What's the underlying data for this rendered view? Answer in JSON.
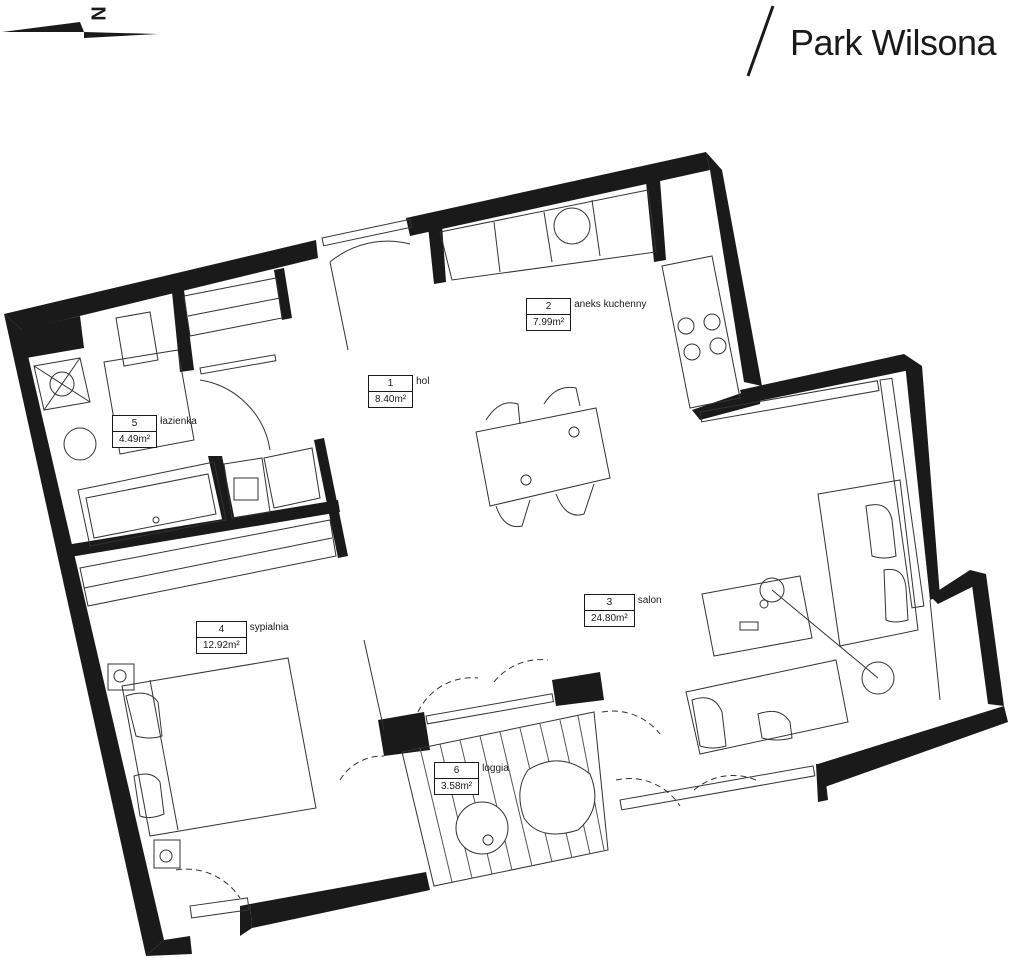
{
  "brand": {
    "name": "Park Wilsona"
  },
  "compass": {
    "label": "N",
    "icon": "north-arrow-icon"
  },
  "rooms": [
    {
      "number": "1",
      "name": "hol",
      "area": "8.40m²"
    },
    {
      "number": "2",
      "name": "aneks kuchenny",
      "area": "7.99m²"
    },
    {
      "number": "3",
      "name": "salon",
      "area": "24.80m²"
    },
    {
      "number": "4",
      "name": "sypialnia",
      "area": "12.92m²"
    },
    {
      "number": "5",
      "name": "łazienka",
      "area": "4.49m²"
    },
    {
      "number": "6",
      "name": "loggia",
      "area": "3.58m²"
    }
  ],
  "colors": {
    "wall": "#1a1a1a",
    "line": "#333333",
    "background": "#ffffff"
  }
}
